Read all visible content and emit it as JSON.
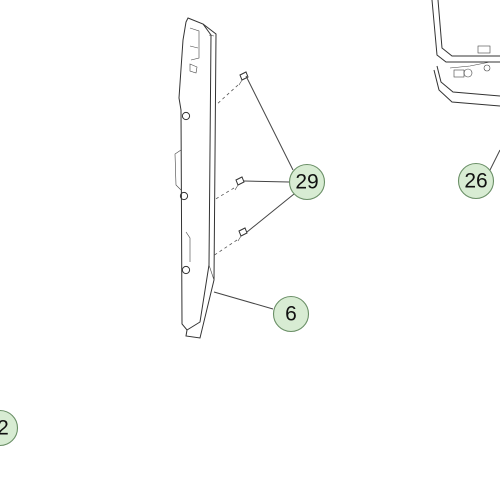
{
  "callouts": {
    "screw": "29",
    "side_panel": "6",
    "right_part": "26",
    "left_part": "2"
  }
}
